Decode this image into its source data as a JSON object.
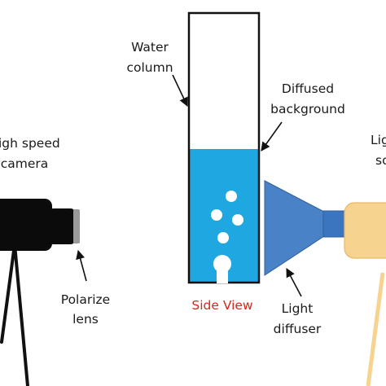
{
  "labels": {
    "camera_line1": "High speed",
    "camera_line2": "camera",
    "lens_line1": "Polarize",
    "lens_line2": "lens",
    "water_line1": "Water",
    "water_line2": "column",
    "bg_line1": "Diffused",
    "bg_line2": "background",
    "side_view": "Side View",
    "diffuser_line1": "Light",
    "diffuser_line2": "diffuser",
    "source_line1": "Light",
    "source_line2": "source"
  },
  "colors": {
    "water": "#1ea7e1",
    "diffuser": "#4a82c8",
    "camera": "#0b0b0b",
    "lamp": "#f6d38e",
    "side_view_text": "#d9261c"
  }
}
